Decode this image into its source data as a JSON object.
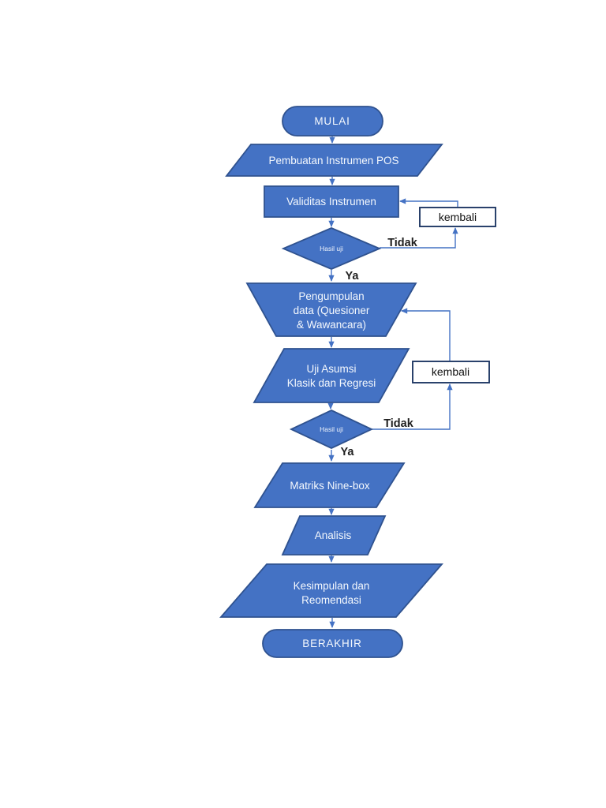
{
  "palette": {
    "shape_fill": "#4472C4",
    "shape_border": "#2F528F",
    "shape_text": "#FFFFFF",
    "connector": "#4472C4",
    "loopbox_border": "#1F3864",
    "loopbox_fill": "#FFFFFF",
    "edge_label_text": "#1F1F1F",
    "page_background": "#FFFFFF"
  },
  "flowchart": {
    "nodes": {
      "start": {
        "type": "terminator",
        "label": "MULAI"
      },
      "instrument": {
        "type": "parallelogram",
        "label": "Pembuatan Instrumen POS"
      },
      "validity": {
        "type": "process",
        "label": "Validitas Instrumen"
      },
      "decision1": {
        "type": "decision",
        "label": "Hasil uji"
      },
      "loop1": {
        "type": "loop-box",
        "label": "kembali"
      },
      "collect": {
        "type": "trapezoid",
        "lines": [
          "Pengumpulan",
          "data (Quesioner",
          "& Wawancara)"
        ]
      },
      "assumption": {
        "type": "parallelogram",
        "lines": [
          "Uji Asumsi",
          "Klasik dan Regresi"
        ]
      },
      "decision2": {
        "type": "decision",
        "label": "Hasil uji"
      },
      "loop2": {
        "type": "loop-box",
        "label": "kembali"
      },
      "matrix": {
        "type": "parallelogram",
        "label": "Matriks Nine-box"
      },
      "analysis": {
        "type": "parallelogram",
        "label": "Analisis"
      },
      "conclusion": {
        "type": "parallelogram",
        "lines": [
          "Kesimpulan dan",
          "Reomendasi"
        ]
      },
      "end": {
        "type": "terminator",
        "label": "BERAKHIR"
      }
    },
    "edge_labels": {
      "decision1_no": "Tidak",
      "decision1_yes": "Ya",
      "decision2_no": "Tidak",
      "decision2_yes": "Ya"
    }
  }
}
